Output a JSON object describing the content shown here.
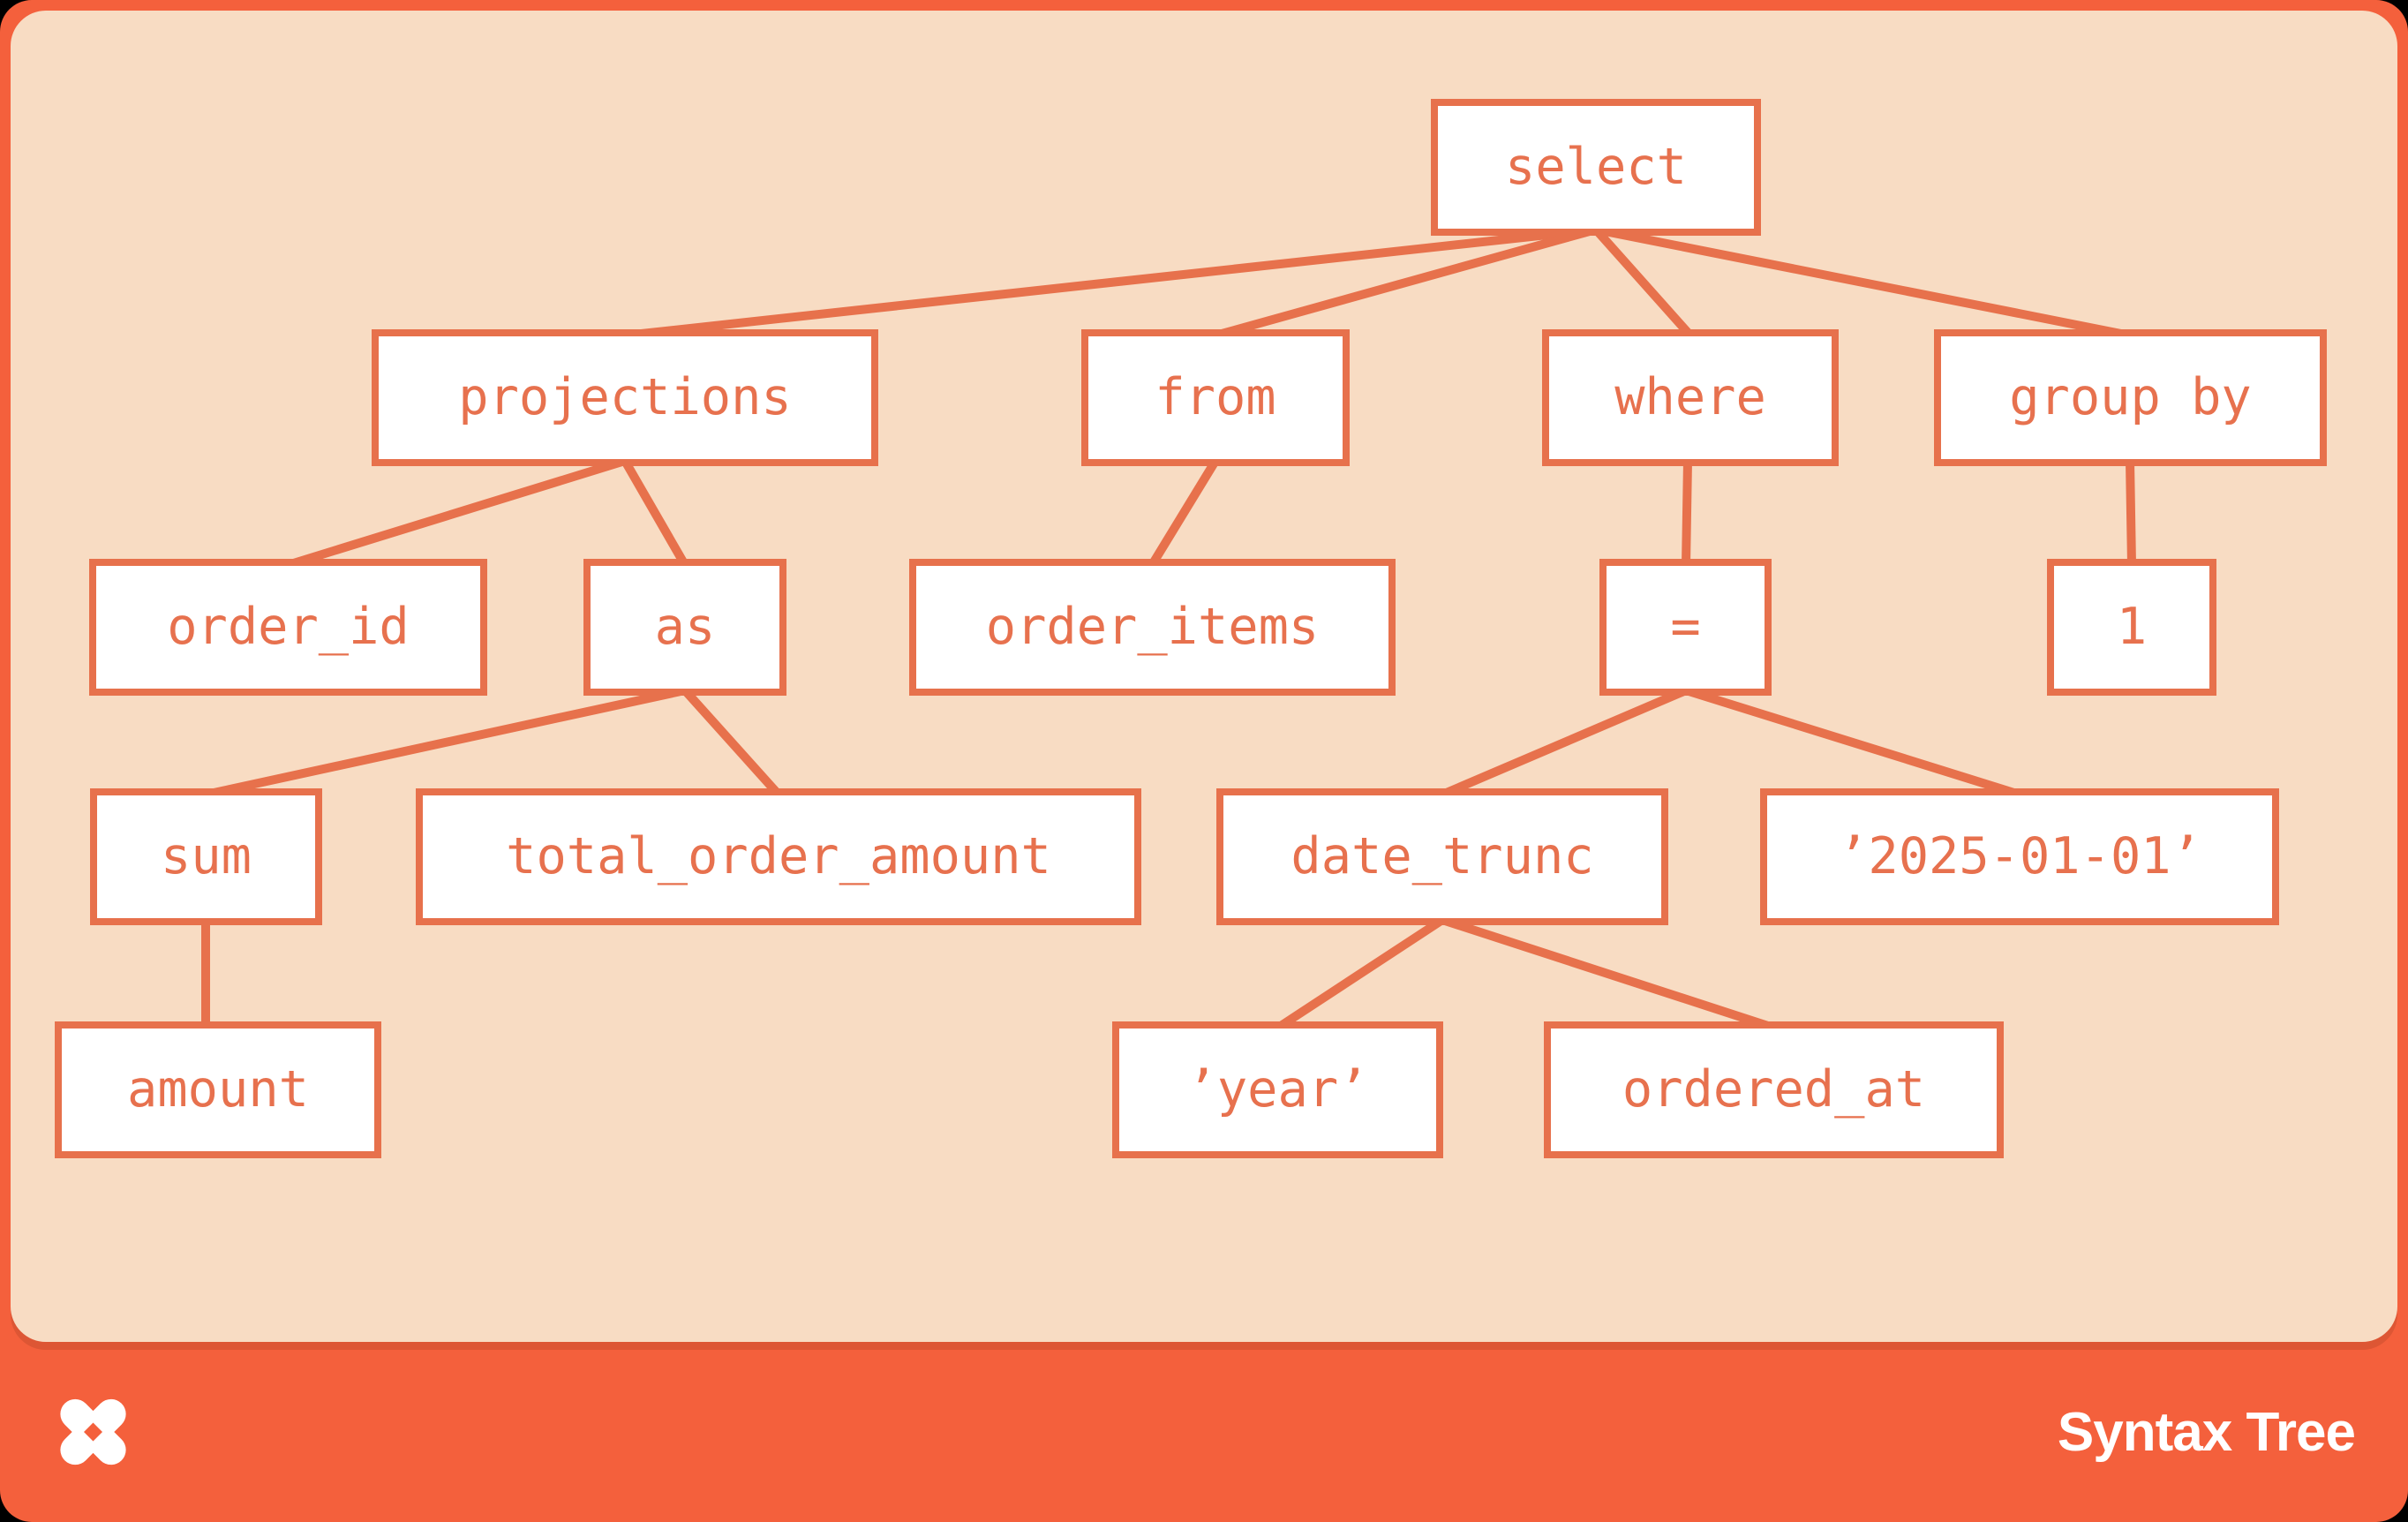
{
  "colors": {
    "frame_orange": "#F4603C",
    "panel_peach": "#F8DCC3",
    "node_border": "#E7714C",
    "node_text": "#E7714E",
    "node_fill": "#FFFFFF",
    "footer_text": "#FFFFFF",
    "page_background": "#000000"
  },
  "tree": {
    "nodes": {
      "select": {
        "label": "select"
      },
      "projections": {
        "label": "projections"
      },
      "from": {
        "label": "from"
      },
      "where": {
        "label": "where"
      },
      "group_by": {
        "label": "group by"
      },
      "order_id": {
        "label": "order_id"
      },
      "as": {
        "label": "as"
      },
      "order_items": {
        "label": "order_items"
      },
      "eq": {
        "label": "="
      },
      "one": {
        "label": "1"
      },
      "sum": {
        "label": "sum"
      },
      "total_order_amount": {
        "label": "total_order_amount"
      },
      "date_trunc": {
        "label": "date_trunc"
      },
      "date_literal": {
        "label": "’2025-01-01’"
      },
      "amount": {
        "label": "amount"
      },
      "year_literal": {
        "label": "’year’"
      },
      "ordered_at": {
        "label": "ordered_at"
      }
    },
    "edges": [
      [
        "select",
        "projections"
      ],
      [
        "select",
        "from"
      ],
      [
        "select",
        "where"
      ],
      [
        "select",
        "group_by"
      ],
      [
        "projections",
        "order_id"
      ],
      [
        "projections",
        "as"
      ],
      [
        "from",
        "order_items"
      ],
      [
        "where",
        "eq"
      ],
      [
        "group_by",
        "one"
      ],
      [
        "as",
        "sum"
      ],
      [
        "as",
        "total_order_amount"
      ],
      [
        "eq",
        "date_trunc"
      ],
      [
        "eq",
        "date_literal"
      ],
      [
        "sum",
        "amount"
      ],
      [
        "date_trunc",
        "year_literal"
      ],
      [
        "date_trunc",
        "ordered_at"
      ]
    ]
  },
  "footer": {
    "title": "Syntax Tree",
    "logo_icon": "dagster-pinwheel-icon"
  }
}
